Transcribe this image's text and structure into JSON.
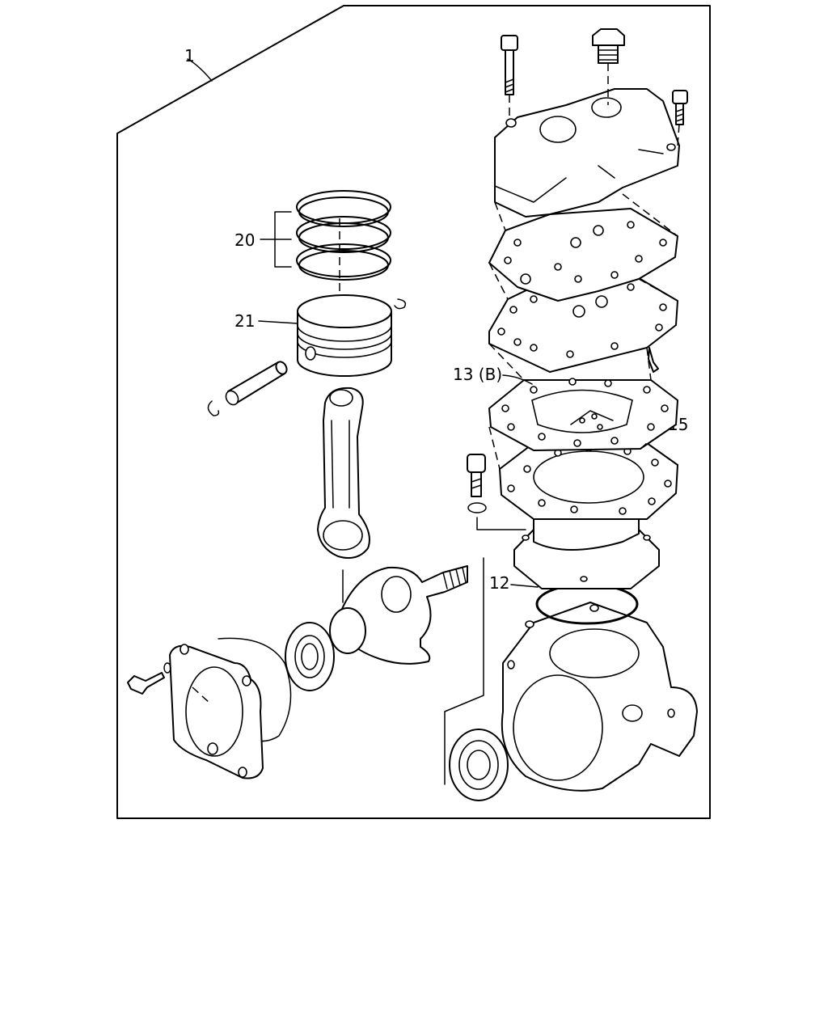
{
  "callouts": {
    "assembly": "1",
    "piston_rings": "20",
    "piston": "21",
    "gasket_b": "13 (B)",
    "plate": "15",
    "o_ring": "12"
  }
}
